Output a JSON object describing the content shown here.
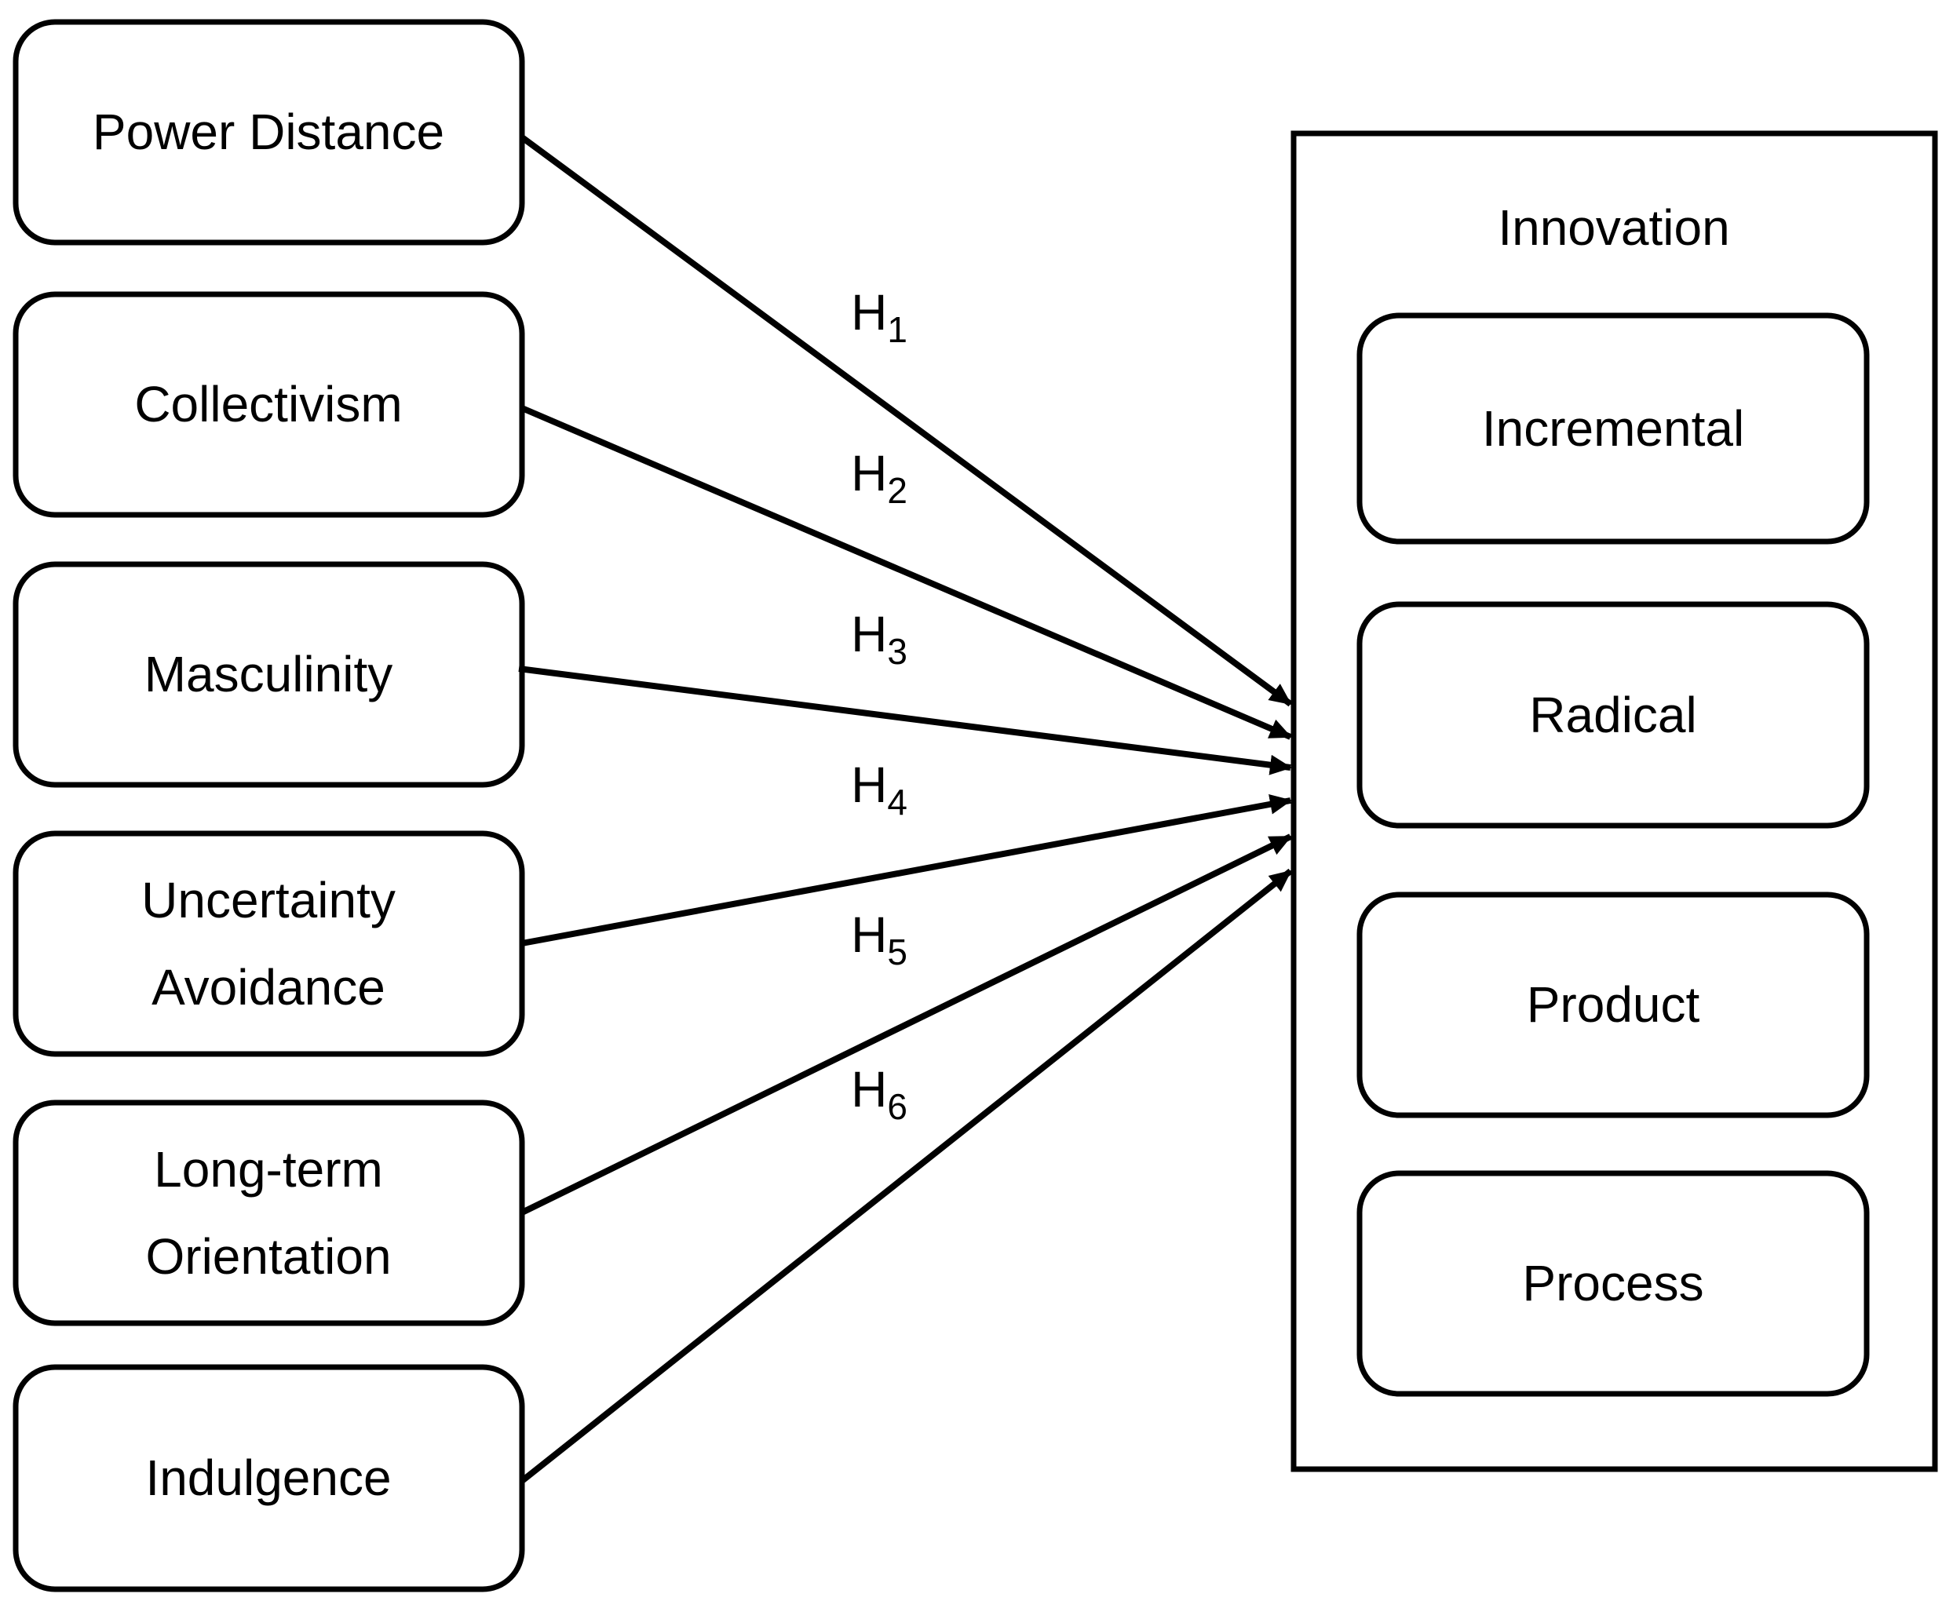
{
  "colors": {
    "ink": "#000000",
    "background": "#ffffff"
  },
  "constructs": [
    {
      "label": "Power Distance"
    },
    {
      "label": "Collectivism"
    },
    {
      "label": "Masculinity"
    },
    {
      "line1": "Uncertainty",
      "line2": "Avoidance"
    },
    {
      "line1": "Long-term",
      "line2": "Orientation"
    },
    {
      "label": "Indulgence"
    }
  ],
  "hypotheses": [
    {
      "base": "H",
      "sub": "1"
    },
    {
      "base": "H",
      "sub": "2"
    },
    {
      "base": "H",
      "sub": "3"
    },
    {
      "base": "H",
      "sub": "4"
    },
    {
      "base": "H",
      "sub": "5"
    },
    {
      "base": "H",
      "sub": "6"
    }
  ],
  "innovation": {
    "title": "Innovation",
    "types": [
      {
        "label": "Incremental"
      },
      {
        "label": "Radical"
      },
      {
        "label": "Product"
      },
      {
        "label": "Process"
      }
    ]
  }
}
